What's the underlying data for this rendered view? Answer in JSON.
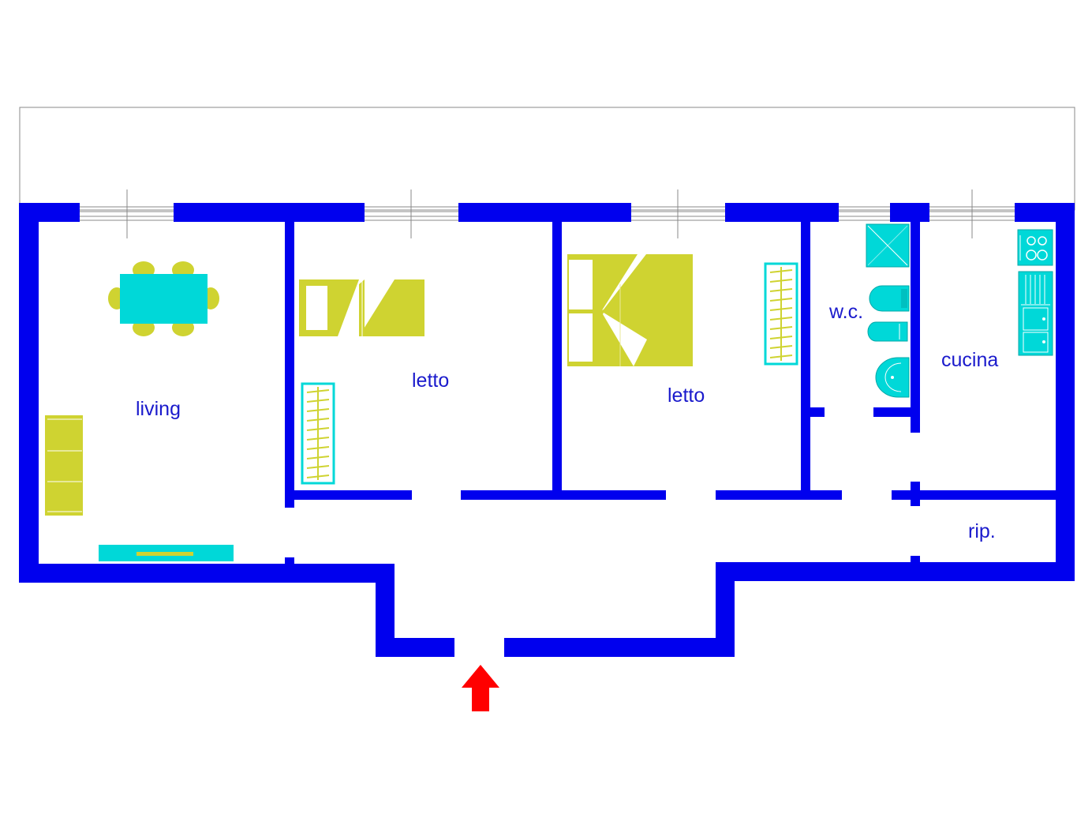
{
  "colors": {
    "wall": "#0000ee",
    "label": "#1a1acc",
    "furniture_olive": "#cfd331",
    "fixture_cyan": "#00d8d8",
    "entrance_arrow": "#ff0000",
    "outline": "#888888"
  },
  "rooms": {
    "living": "living",
    "letto_1": "letto",
    "letto_2": "letto",
    "wc": "w.c.",
    "cucina": "cucina",
    "rip": "rip."
  },
  "icons": {
    "entrance": "entrance-arrow-icon",
    "dining_table": "dining-table-icon",
    "single_bed": "single-bed-icon",
    "double_bed": "double-bed-icon",
    "wardrobe": "wardrobe-icon",
    "sofa": "sofa-icon",
    "tv_stand": "tv-stand-icon",
    "shower": "shower-icon",
    "toilet": "toilet-icon",
    "bidet": "bidet-icon",
    "sink": "sink-icon",
    "stove": "stove-icon",
    "kitchen_counter": "kitchen-counter-icon",
    "window": "window-icon"
  }
}
